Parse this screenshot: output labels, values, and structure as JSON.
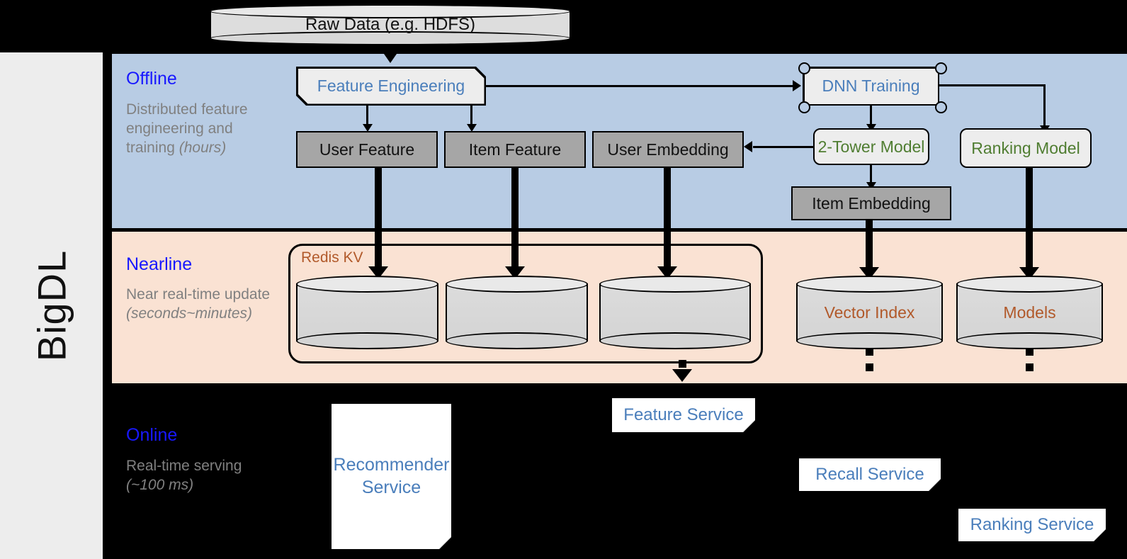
{
  "sidebar": {
    "label": "BigDL"
  },
  "bands": {
    "offline": {
      "title": "Offline",
      "subtitle_plain": "Distributed feature engineering and training ",
      "subtitle_italic": "(hours)",
      "bg": "#b8cce4"
    },
    "nearline": {
      "title": "Nearline",
      "subtitle_plain": "Near real-time update ",
      "subtitle_italic": "(seconds~minutes)",
      "bg": "#fae2d3"
    },
    "online": {
      "title": "Online",
      "subtitle_plain": "Real-time serving ",
      "subtitle_italic": "(~100 ms)",
      "bg": "#000000"
    }
  },
  "nodes": {
    "raw_data": "Raw Data (e.g. HDFS)",
    "feature_engineering": "Feature Engineering",
    "dnn_training": "DNN Training",
    "user_feature": "User Feature",
    "item_feature": "Item Feature",
    "user_embedding": "User Embedding",
    "two_tower_model": "2-Tower Model",
    "ranking_model": "Ranking Model",
    "item_embedding": "Item Embedding",
    "redis_kv": "Redis KV",
    "kv_store_1": "",
    "kv_store_2": "",
    "kv_store_3": "",
    "vector_index": "Vector Index",
    "models": "Models",
    "recommender_service": "Recommender Service",
    "feature_service": "Feature Service",
    "recall_service": "Recall Service",
    "ranking_service": "Ranking Service"
  },
  "colors": {
    "title_blue": "#1818ff",
    "node_blue": "#4a7ebb",
    "node_green": "#4f7d31",
    "node_brown": "#b1592a",
    "subtitle_gray": "#808080",
    "gray_box": "#a6a6a6",
    "light_box": "#ededed",
    "sidebar_bg": "#ededed"
  }
}
